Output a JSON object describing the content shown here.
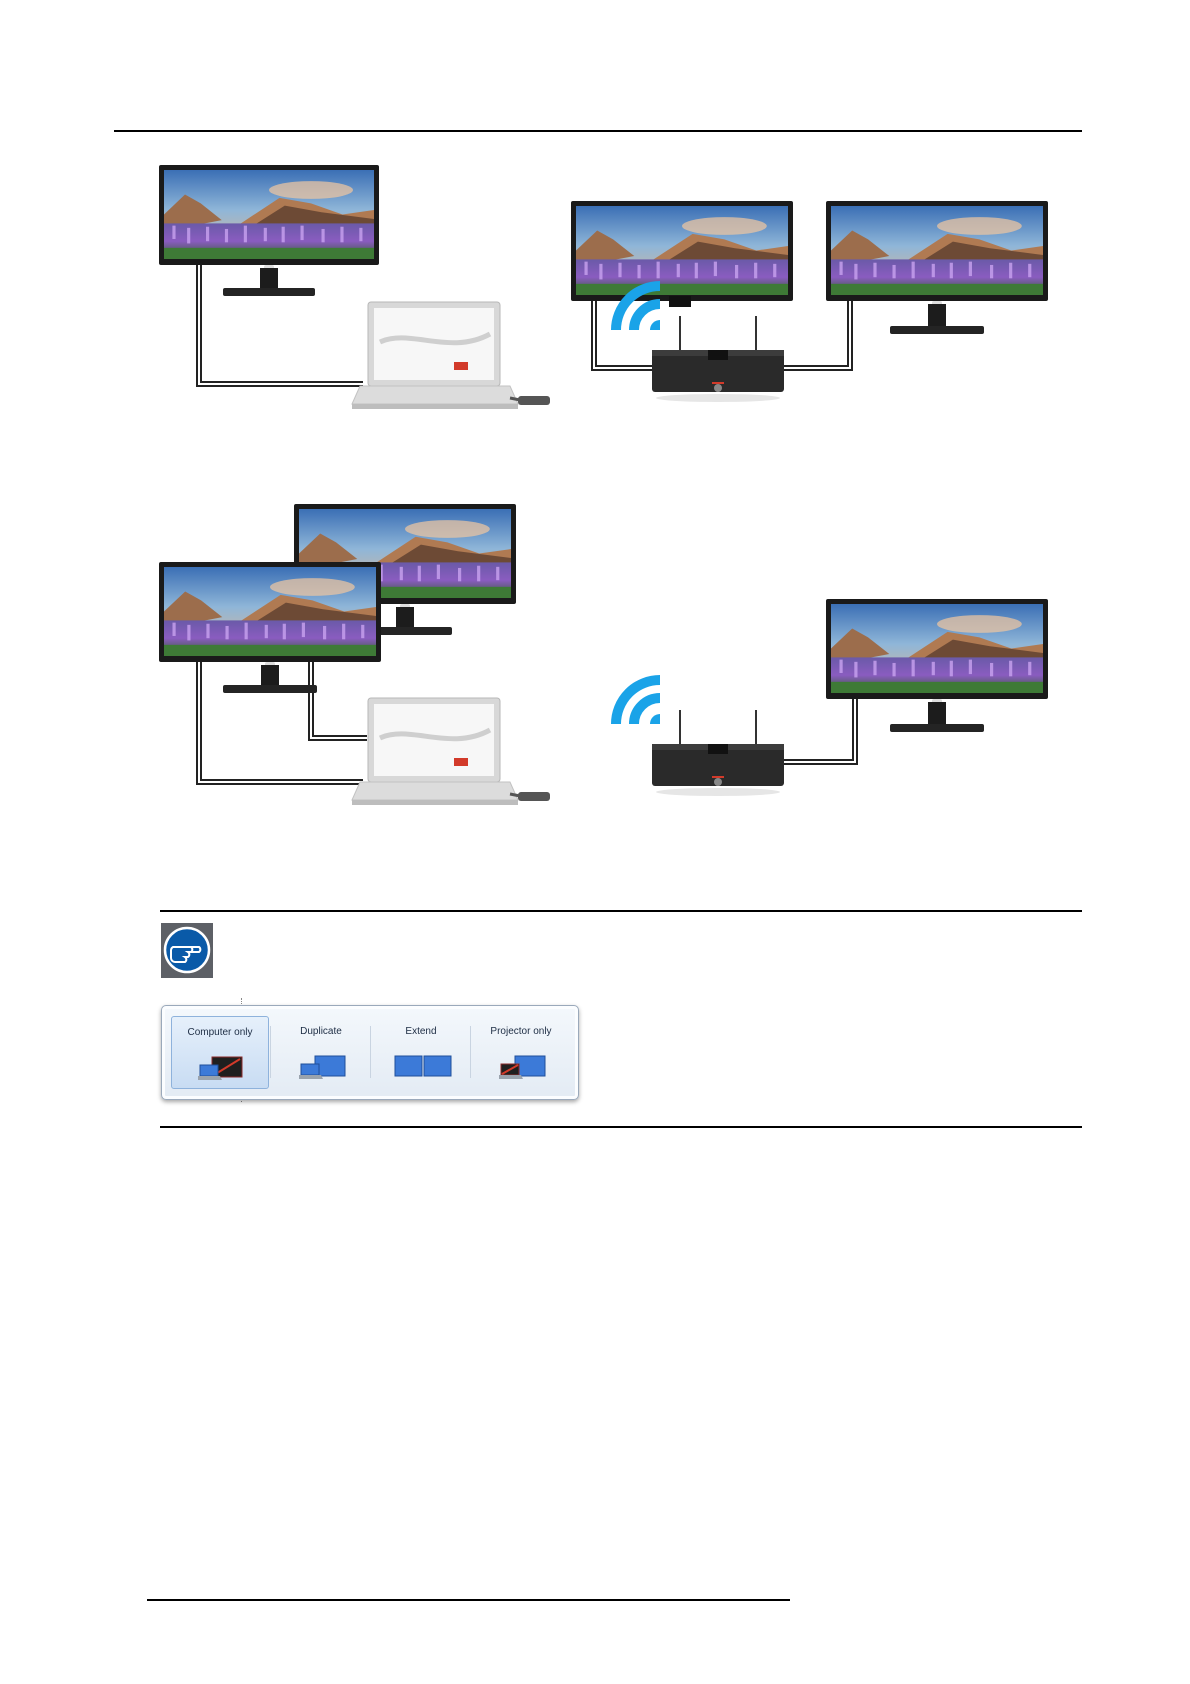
{
  "display_switch": {
    "options": [
      {
        "label": "Computer only",
        "selected": true,
        "icon": "laptop-only-icon"
      },
      {
        "label": "Duplicate",
        "selected": false,
        "icon": "duplicate-icon"
      },
      {
        "label": "Extend",
        "selected": false,
        "icon": "extend-icon"
      },
      {
        "label": "Projector only",
        "selected": false,
        "icon": "projector-only-icon"
      }
    ]
  },
  "note": {
    "icon": "pointing-hand-icon"
  },
  "colors": {
    "accent": "#0a5aa8",
    "wifi": "#1aa3e8",
    "selected_bg": "#cfe0f5"
  }
}
